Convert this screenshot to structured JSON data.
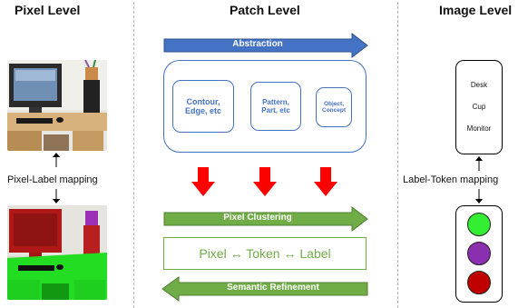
{
  "columns": {
    "pixel": "Pixel Level",
    "patch": "Patch Level",
    "image": "Image Level"
  },
  "left": {
    "mapping_label": "Pixel-Label mapping"
  },
  "middle": {
    "abstraction": "Abstraction",
    "concepts": {
      "c1": "Contour, Edge, etc",
      "c2": "Pattern, Part, etc",
      "c3": "Object, Concept"
    },
    "pixel_clustering": "Pixel Clustering",
    "token_line": "Pixel ↔ Token ↔ Label",
    "semantic_refinement": "Semantic Refinement"
  },
  "right": {
    "labels": [
      "Desk",
      "Cup",
      "Monitor"
    ],
    "mapping_label": "Label-Token mapping",
    "token_colors": [
      "#33ee33",
      "#8a2fb0",
      "#c00000"
    ]
  },
  "colors": {
    "abstraction_arrow": "#4472c4",
    "green_arrow": "#70ad47",
    "down_arrow": "#ff0000"
  }
}
